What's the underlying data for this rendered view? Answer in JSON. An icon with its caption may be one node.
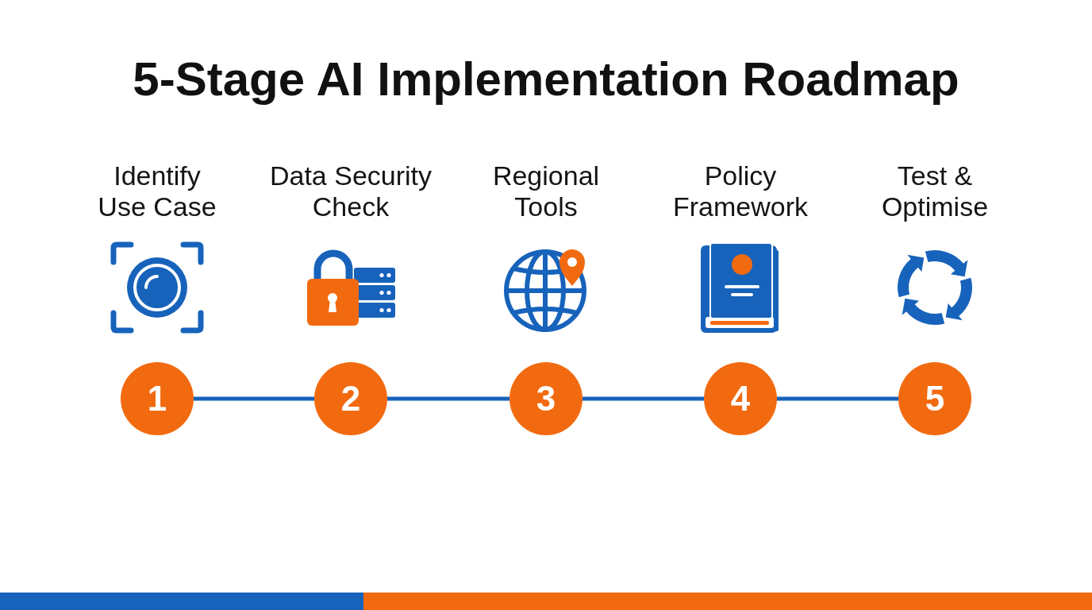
{
  "diagram": {
    "title": "5-Stage AI Implementation Roadmap",
    "nodes": [
      {
        "text": [
          "1"
        ]
      },
      {
        "text": [
          "2"
        ]
      },
      {
        "text": [
          "3"
        ]
      },
      {
        "text": [
          "4"
        ]
      },
      {
        "text": [
          "5"
        ]
      }
    ],
    "edges": [
      {
        "from": 0,
        "to": 1,
        "arrow": "none"
      },
      {
        "from": 1,
        "to": 2,
        "arrow": "none"
      },
      {
        "from": 2,
        "to": 3,
        "arrow": "none"
      },
      {
        "from": 3,
        "to": 4,
        "arrow": "none"
      }
    ],
    "labels": [
      "Identify Use Case",
      "Data Security Check",
      "Regional Tools",
      "Policy Framework",
      "Test & Optimise"
    ]
  }
}
